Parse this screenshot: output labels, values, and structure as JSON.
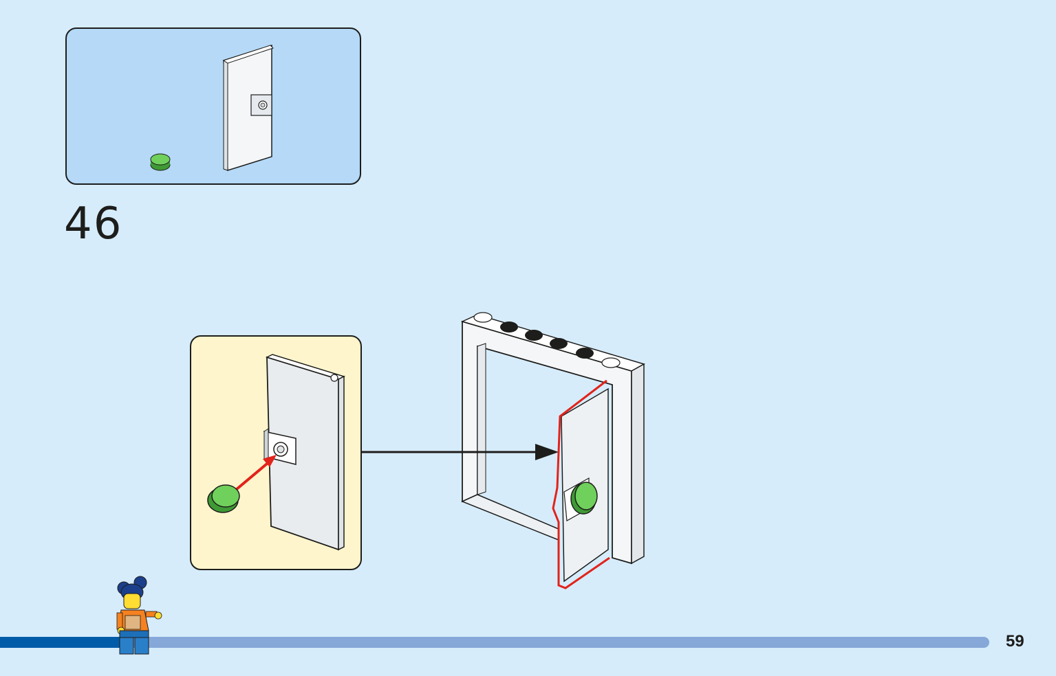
{
  "step": {
    "number": "46"
  },
  "page": {
    "number": "59"
  },
  "colors": {
    "background": "#d6ecfb",
    "parts_box": "#b5d9f6",
    "callout_box": "#fff5cc",
    "brick_green": "#5cbf4a",
    "highlight_red": "#e2231a",
    "progress_done": "#005ca9",
    "progress_remaining": "#86a8d8"
  },
  "progress": {
    "fraction": 0.13
  },
  "icons": [
    "green-round-tile-icon",
    "door-panel-icon",
    "door-frame-icon",
    "arrow-icon",
    "minifigure-icon"
  ]
}
